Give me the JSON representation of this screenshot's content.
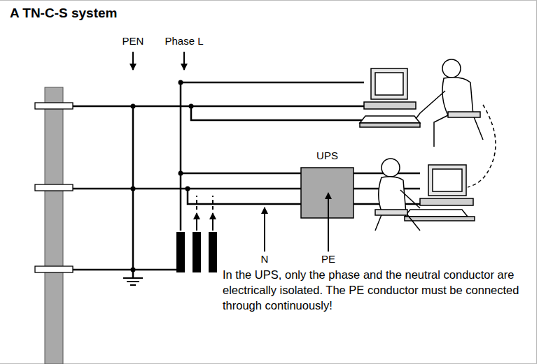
{
  "diagram": {
    "title": "A TN-C-S system",
    "nodes": [
      {
        "text": [
          "UPS"
        ]
      }
    ],
    "labels": [
      "PEN",
      "Phase L",
      "N",
      "PE",
      "In the UPS, only the phase and the neutral conductor are electrically isolated. The PE conductor must be connected through continuously!"
    ]
  }
}
